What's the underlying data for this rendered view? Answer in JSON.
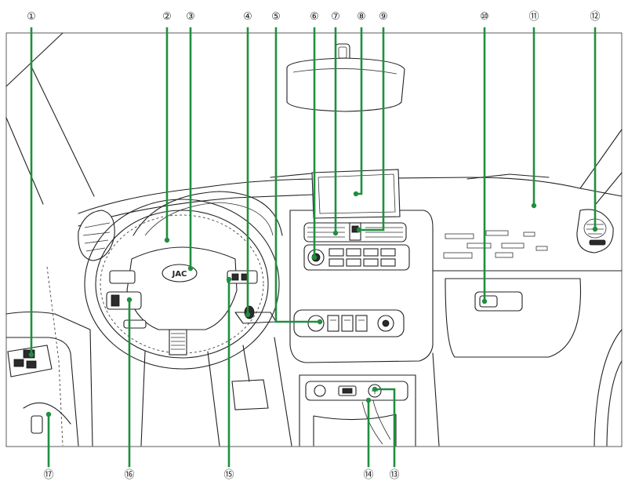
{
  "callouts": [
    {
      "id": 1,
      "label": "①"
    },
    {
      "id": 2,
      "label": "②"
    },
    {
      "id": 3,
      "label": "③"
    },
    {
      "id": 4,
      "label": "④"
    },
    {
      "id": 5,
      "label": "⑤"
    },
    {
      "id": 6,
      "label": "⑥"
    },
    {
      "id": 7,
      "label": "⑦"
    },
    {
      "id": 8,
      "label": "⑧"
    },
    {
      "id": 9,
      "label": "⑨"
    },
    {
      "id": 10,
      "label": "⑩"
    },
    {
      "id": 11,
      "label": "⑪"
    },
    {
      "id": 12,
      "label": "⑫"
    },
    {
      "id": 13,
      "label": "⑬"
    },
    {
      "id": 14,
      "label": "⑭"
    },
    {
      "id": 15,
      "label": "⑮"
    },
    {
      "id": 16,
      "label": "⑯"
    },
    {
      "id": 17,
      "label": "⑰"
    }
  ],
  "logo_text": "JAC",
  "colors": {
    "leader": "#1f8f3f",
    "line": "#222222",
    "background": "#ffffff"
  }
}
